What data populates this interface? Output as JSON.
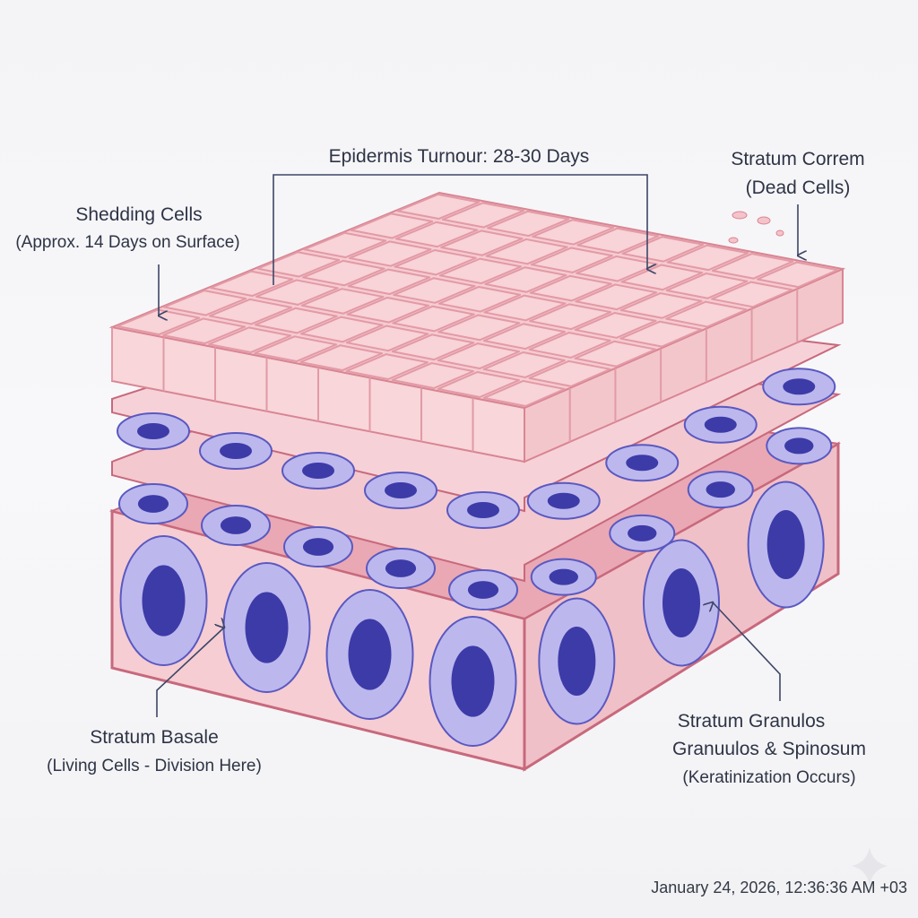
{
  "labels": {
    "turnover": "Epidermis Turnour: 28-30 Days",
    "corneum_title": "Stratum Correm",
    "corneum_sub": "(Dead Cells)",
    "shedding_title": "Shedding Cells",
    "shedding_sub": "(Approx. 14 Days on Surface)",
    "basale_title": "Stratum Basale",
    "basale_sub": "(Living Cells - Division Here)",
    "granulosum_title": "Stratum Granulos",
    "granulosum_line2": "Granuulos & Spinosum",
    "granulosum_sub": "(Keratinization Occurs)"
  },
  "timestamp": "January 24, 2026, 12:36:36 AM +03",
  "colors": {
    "pink": "#f4c6cc",
    "pink_edge": "#d9808f",
    "cell": "#b8b4ec",
    "nucleus": "#3d3ba8",
    "line": "#3e4668"
  }
}
